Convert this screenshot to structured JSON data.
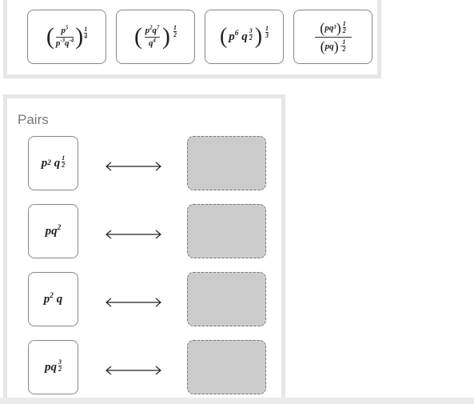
{
  "source_tiles": [
    {
      "id": "tile-1",
      "expr": "(p^5 / p^-3 q^-4)^(1/4)"
    },
    {
      "id": "tile-2",
      "expr": "(p^2 q^7 / q^4)^(1/2)"
    },
    {
      "id": "tile-3",
      "expr": "(p^6 q^(3/2))^(1/3)"
    },
    {
      "id": "tile-4",
      "expr": "(pq^3)^(1/2) / (pq)^(-1/2)"
    }
  ],
  "pairs": {
    "title": "Pairs",
    "items": [
      {
        "left": "p^2 q^(1/2)",
        "target": ""
      },
      {
        "left": "pq^2",
        "target": ""
      },
      {
        "left": "p^2 q",
        "target": ""
      },
      {
        "left": "pq^(3/2)",
        "target": ""
      }
    ]
  },
  "icons": {
    "pair_arrow": "double-arrow-icon"
  },
  "colors": {
    "drop_zone": "#cccccc",
    "panel_border": "#e6e6e6",
    "tile_border": "#888888"
  }
}
